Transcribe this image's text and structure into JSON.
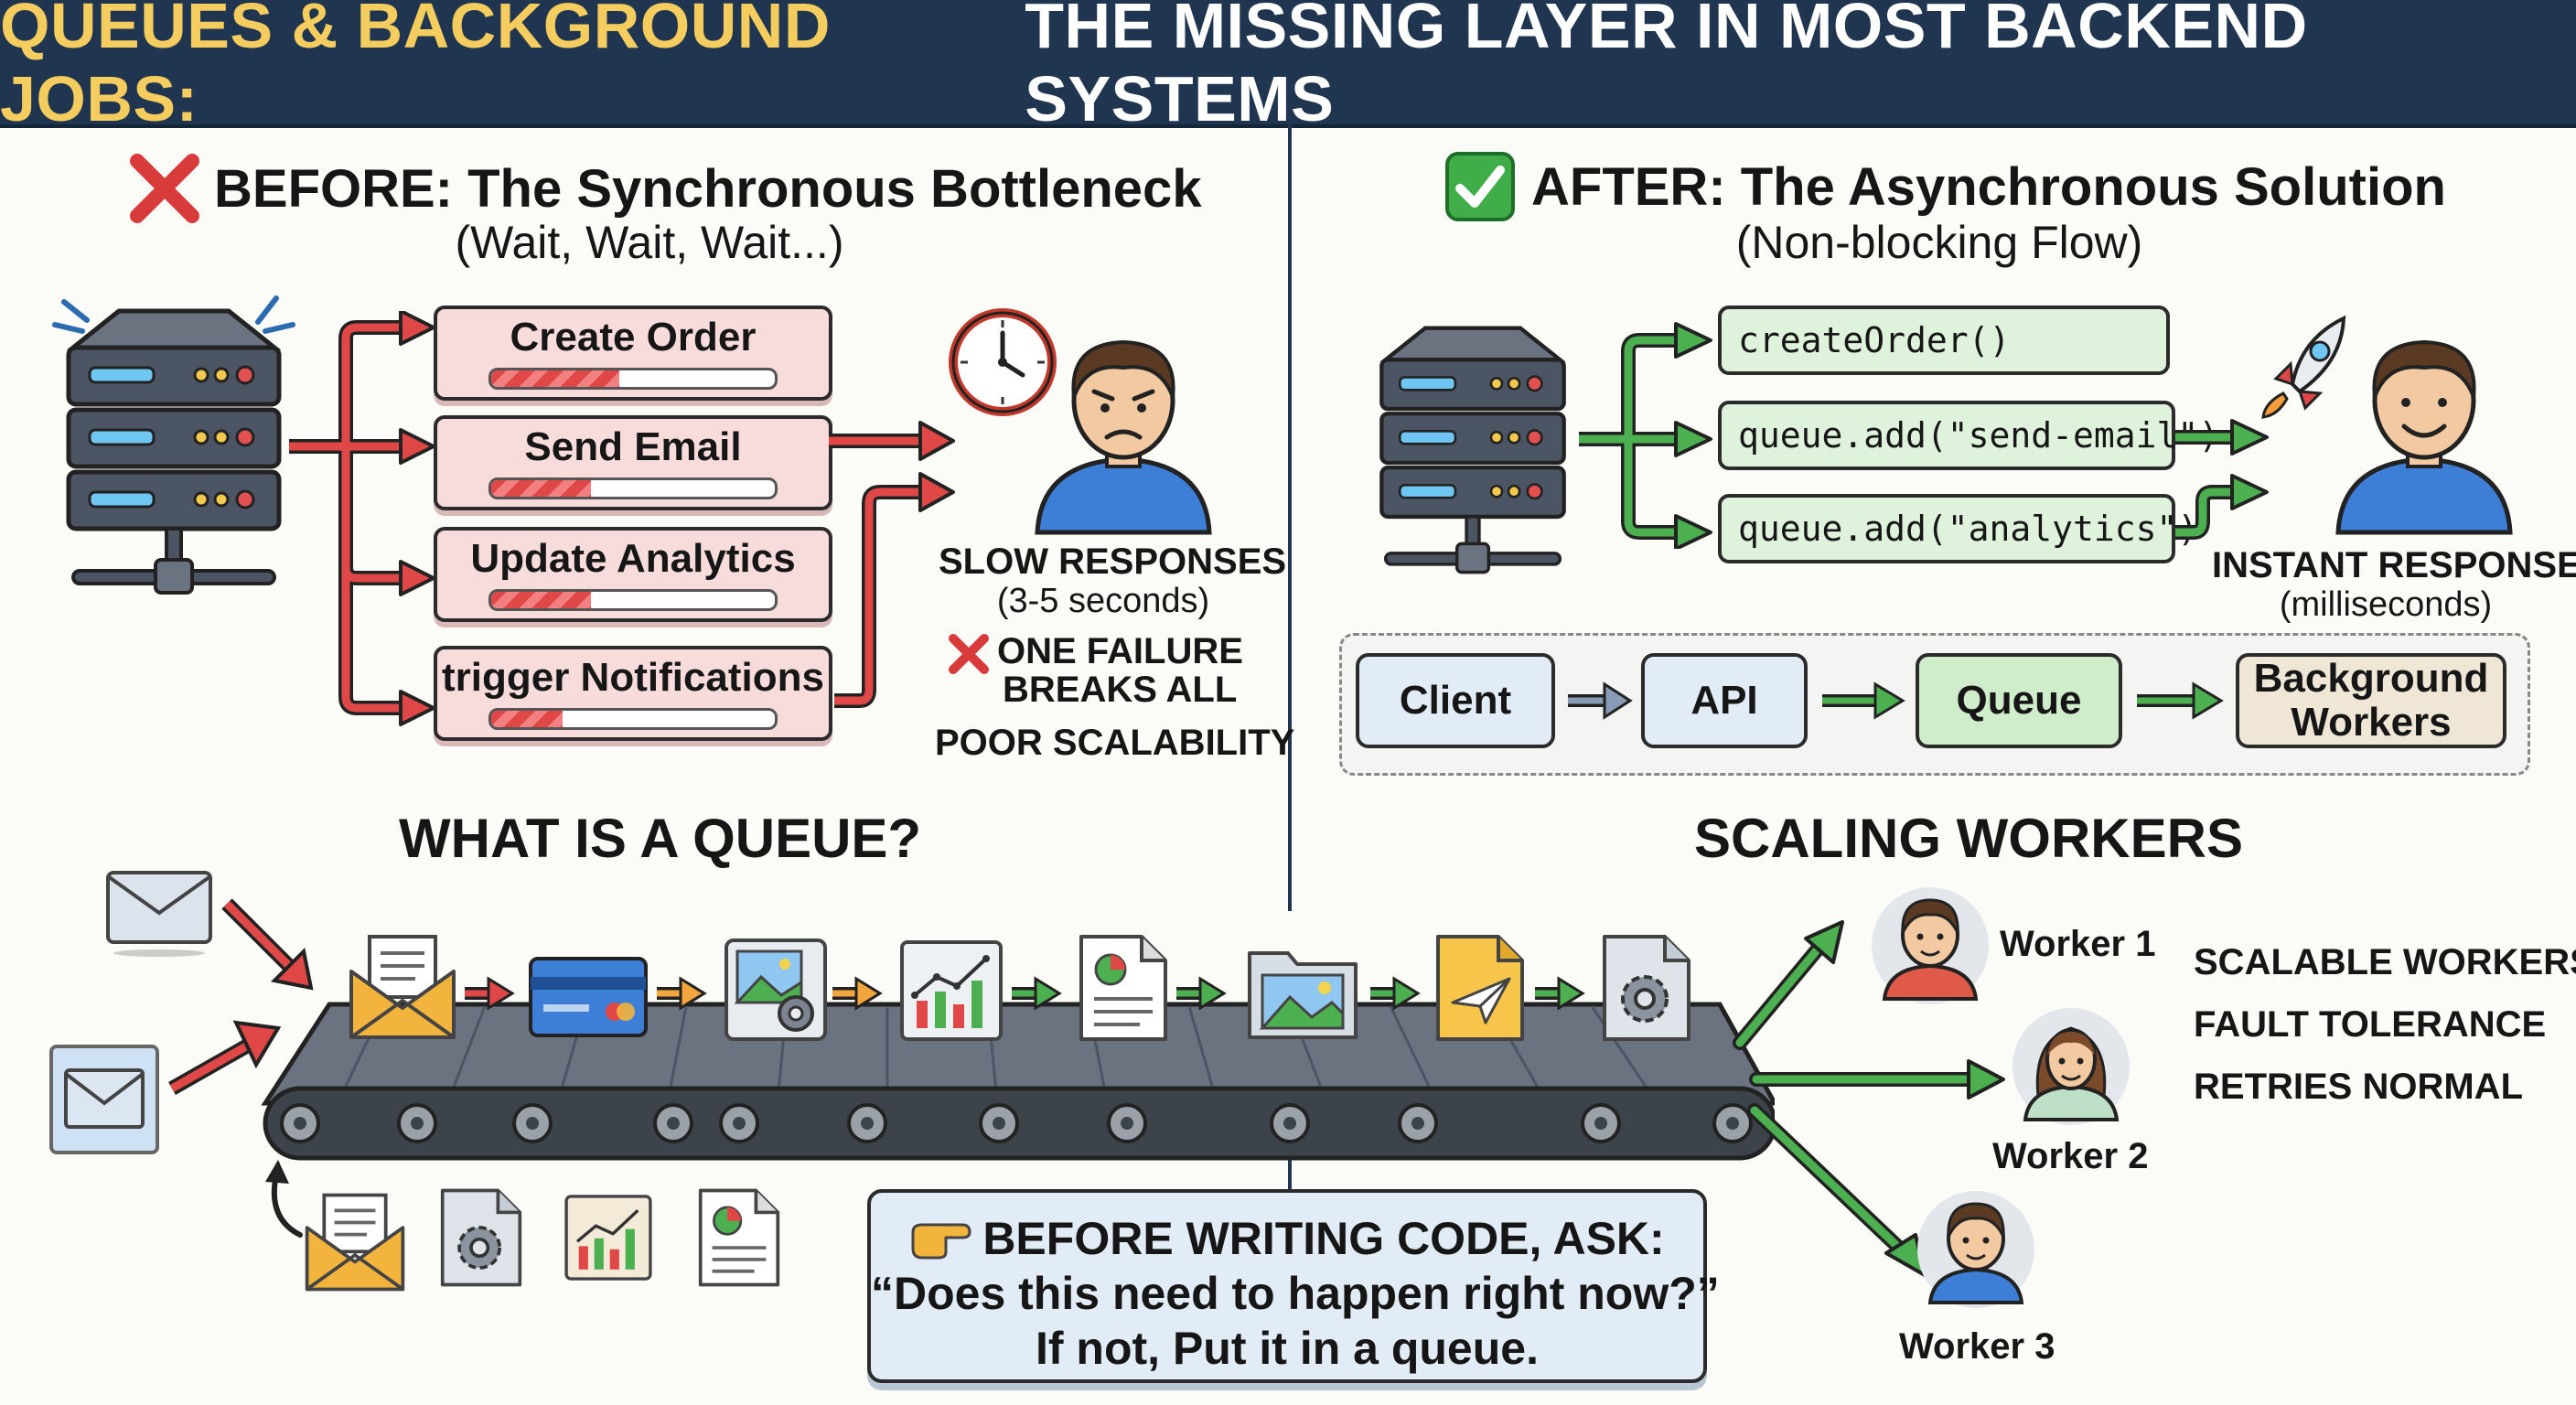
{
  "banner": {
    "highlight": "QUEUES & BACKGROUND JOBS:",
    "rest": "THE MISSING LAYER IN MOST BACKEND SYSTEMS"
  },
  "before": {
    "title": "BEFORE: The Synchronous Bottleneck",
    "subtitle": "(Wait, Wait, Wait...)",
    "steps": [
      {
        "label": "Create Order",
        "progress": 0.45
      },
      {
        "label": "Send Email",
        "progress": 0.35
      },
      {
        "label": "Update Analytics",
        "progress": 0.35
      },
      {
        "label": "trigger Notifications",
        "progress": 0.25
      }
    ],
    "slow_label": "SLOW RESPONSES",
    "slow_detail": "(3-5 seconds)",
    "failure_line1": "ONE FAILURE",
    "failure_line2": "BREAKS ALL",
    "poor_label": "POOR SCALABILITY"
  },
  "after": {
    "title": "AFTER: The Asynchronous Solution",
    "subtitle": "(Non-blocking Flow)",
    "calls": [
      "createOrder()",
      "queue.add(\"send-email\")",
      "queue.add(\"analytics\")"
    ],
    "instant_label": "INSTANT RESPONSE",
    "instant_detail": "(milliseconds)",
    "pipeline": [
      "Client",
      "API",
      "Queue",
      "Background Workers"
    ]
  },
  "queue_section": {
    "heading": "WHAT IS A QUEUE?"
  },
  "scaling": {
    "heading": "SCALING WORKERS",
    "workers": [
      "Worker 1",
      "Worker 2",
      "Worker 3"
    ],
    "features": [
      "SCALABLE WORKERS",
      "FAULT TOLERANCE",
      "RETRIES NORMAL"
    ]
  },
  "callout": {
    "line1": "BEFORE WRITING CODE, ASK:",
    "line2": "“Does this need to happen right now?”",
    "line3": "If not, Put it in a queue."
  },
  "colors": {
    "banner_bg": "#1f3550",
    "highlight": "#f5cd5e",
    "bad_red": "#d93a3a",
    "good_green": "#4caf50",
    "step_bg": "#f8dcdc",
    "code_bg": "#dff2dc"
  },
  "icons": [
    "server-icon",
    "clock-icon",
    "person-icon",
    "rocket-icon",
    "cross-mark-icon",
    "check-mark-icon",
    "envelope-icon",
    "credit-card-icon",
    "image-icon",
    "gear-icon",
    "chart-icon",
    "document-icon",
    "pointing-hand-icon"
  ]
}
